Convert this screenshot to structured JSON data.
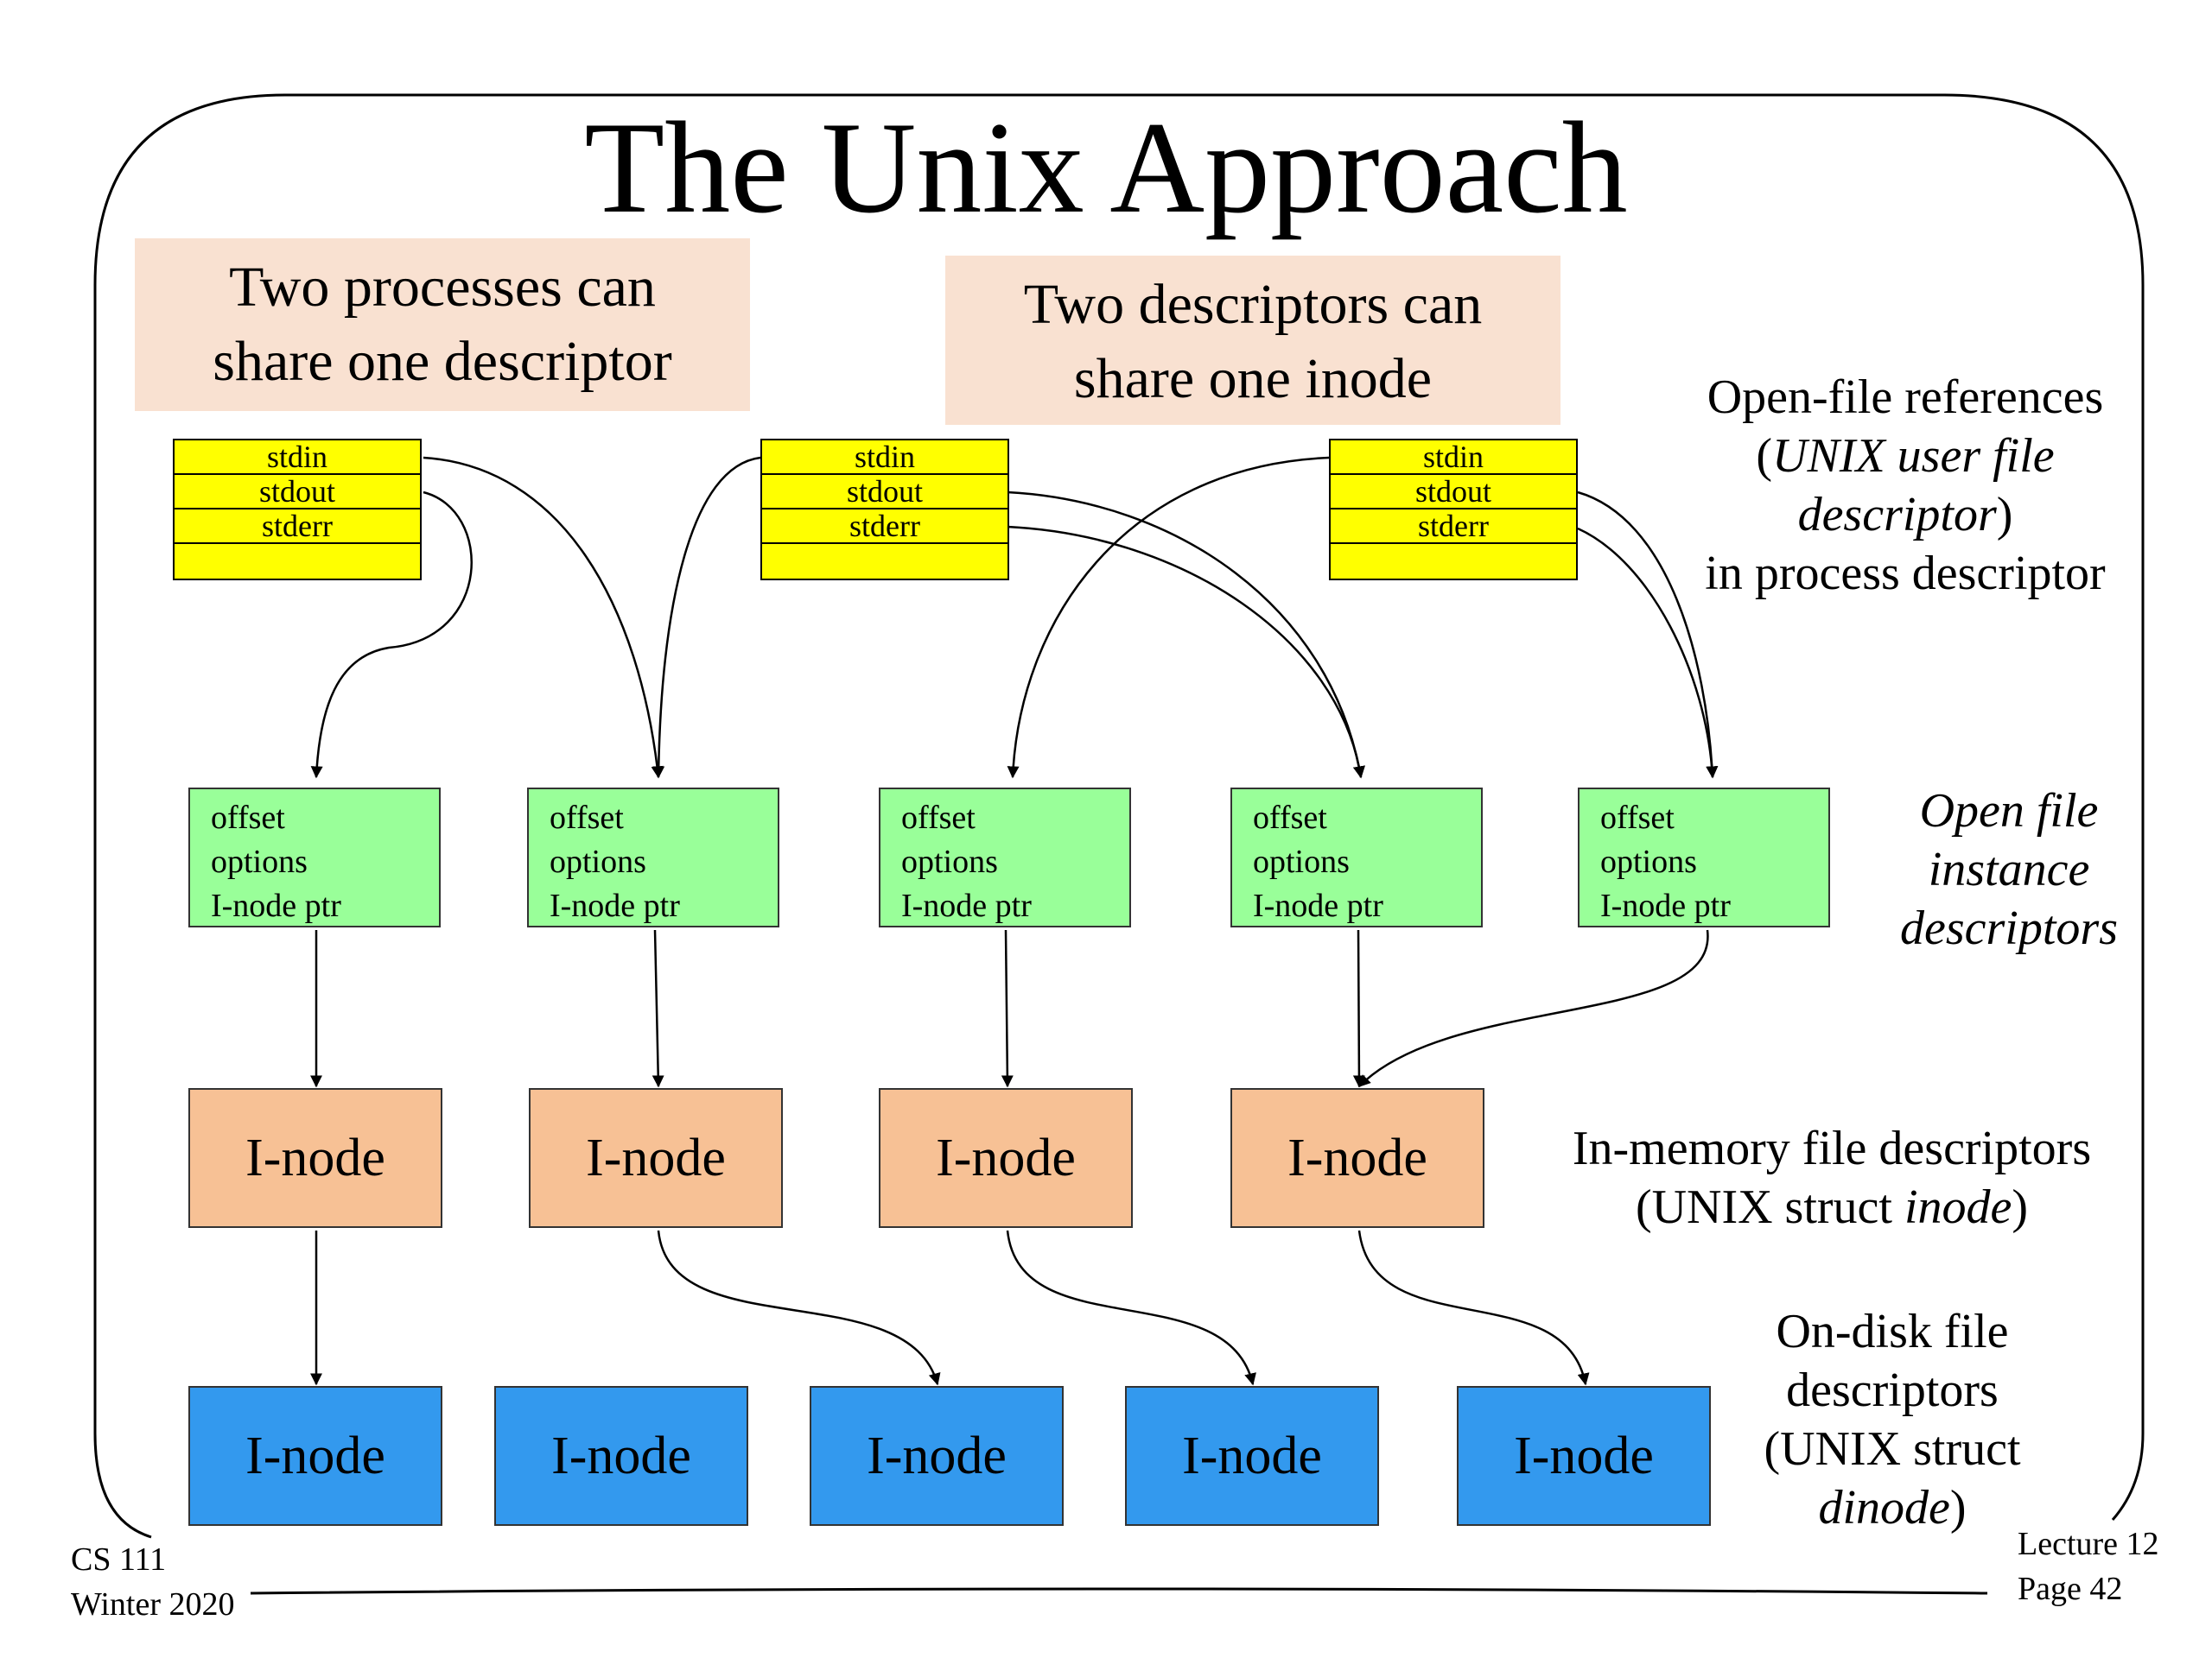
{
  "title": "The Unix Approach",
  "callouts": [
    {
      "line1": "Two processes can",
      "line2": "share one descriptor"
    },
    {
      "line1": "Two descriptors can",
      "line2": "share one inode"
    }
  ],
  "fd_tables": [
    {
      "rows": [
        "stdin",
        "stdout",
        "stderr",
        ""
      ]
    },
    {
      "rows": [
        "stdin",
        "stdout",
        "stderr",
        ""
      ]
    },
    {
      "rows": [
        "stdin",
        "stdout",
        "stderr",
        ""
      ]
    }
  ],
  "open_file_instances": [
    {
      "fields": [
        "offset",
        "options",
        "I-node ptr"
      ]
    },
    {
      "fields": [
        "offset",
        "options",
        "I-node ptr"
      ]
    },
    {
      "fields": [
        "offset",
        "options",
        "I-node ptr"
      ]
    },
    {
      "fields": [
        "offset",
        "options",
        "I-node ptr"
      ]
    },
    {
      "fields": [
        "offset",
        "options",
        "I-node ptr"
      ]
    }
  ],
  "inmemory_inodes": [
    "I-node",
    "I-node",
    "I-node",
    "I-node"
  ],
  "ondisk_inodes": [
    "I-node",
    "I-node",
    "I-node",
    "I-node",
    "I-node"
  ],
  "labels": {
    "open_file_refs": {
      "line1": "Open-file references",
      "line2_open": "(",
      "line2_italic": "UNIX user file",
      "line3_italic": "descriptor",
      "line3_close": ")",
      "line4": "in process descriptor"
    },
    "ofi": {
      "line1": "Open file",
      "line2": "instance",
      "line3": "descriptors"
    },
    "inmem": {
      "line1": "In-memory file descriptors",
      "line2_plain": "(UNIX struct ",
      "line2_italic": "inode",
      "line2_close": ")"
    },
    "ondisk": {
      "line1": "On-disk file",
      "line2": "descriptors",
      "line3": "(UNIX struct",
      "line4_italic": "dinode",
      "line4_close": ")"
    }
  },
  "footer": {
    "course": "CS 111",
    "term": "Winter 2020",
    "lecture": "Lecture 12",
    "page": "Page 42"
  }
}
